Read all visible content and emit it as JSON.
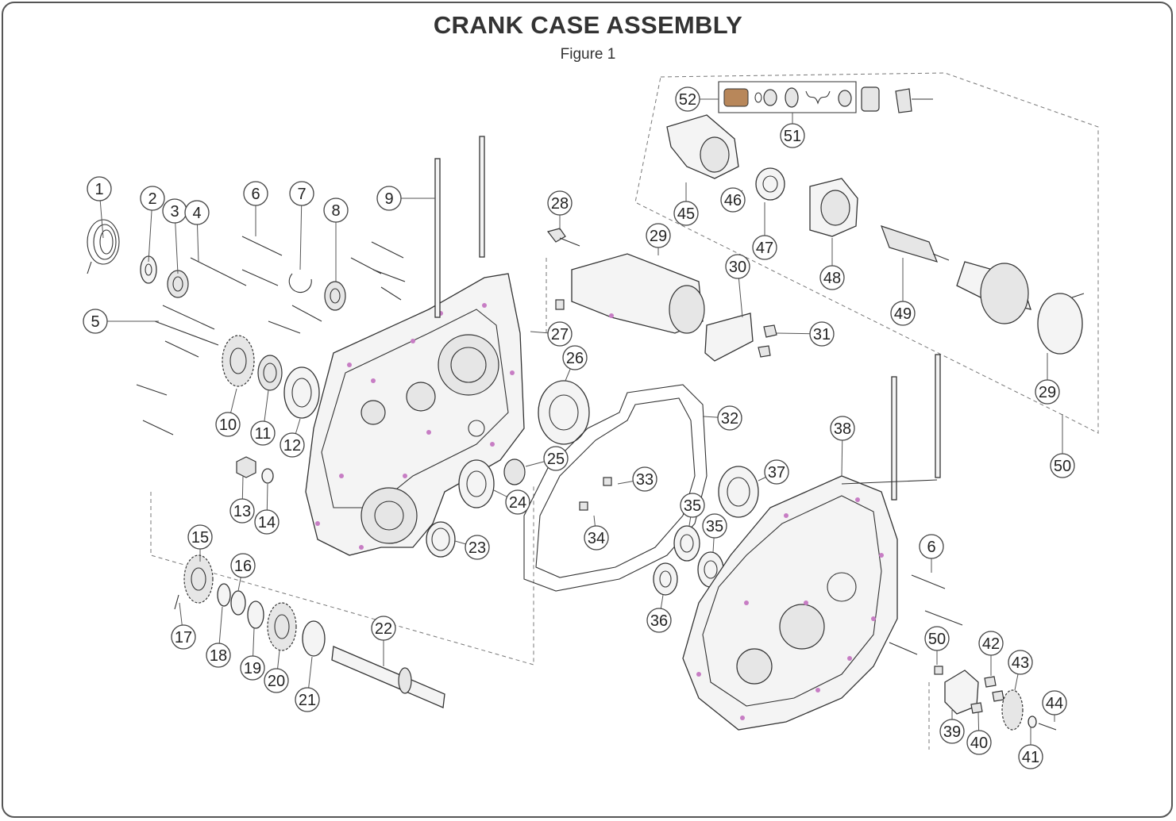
{
  "title": "CRANK CASE ASSEMBLY",
  "subtitle": "Figure 1",
  "callouts": [
    "1",
    "2",
    "3",
    "4",
    "5",
    "6",
    "7",
    "8",
    "9",
    "10",
    "11",
    "12",
    "13",
    "14",
    "15",
    "16",
    "17",
    "18",
    "19",
    "20",
    "21",
    "22",
    "23",
    "24",
    "25",
    "26",
    "27",
    "28",
    "29",
    "30",
    "31",
    "32",
    "33",
    "34",
    "35",
    "35",
    "36",
    "37",
    "38",
    "6",
    "50",
    "42",
    "43",
    "44",
    "39",
    "40",
    "41",
    "45",
    "46",
    "47",
    "48",
    "49",
    "29",
    "50",
    "51",
    "52"
  ],
  "colors": {
    "outline": "#333333",
    "border": "#555555",
    "marker": "#c77dc4",
    "bronze": "#b8875a"
  }
}
